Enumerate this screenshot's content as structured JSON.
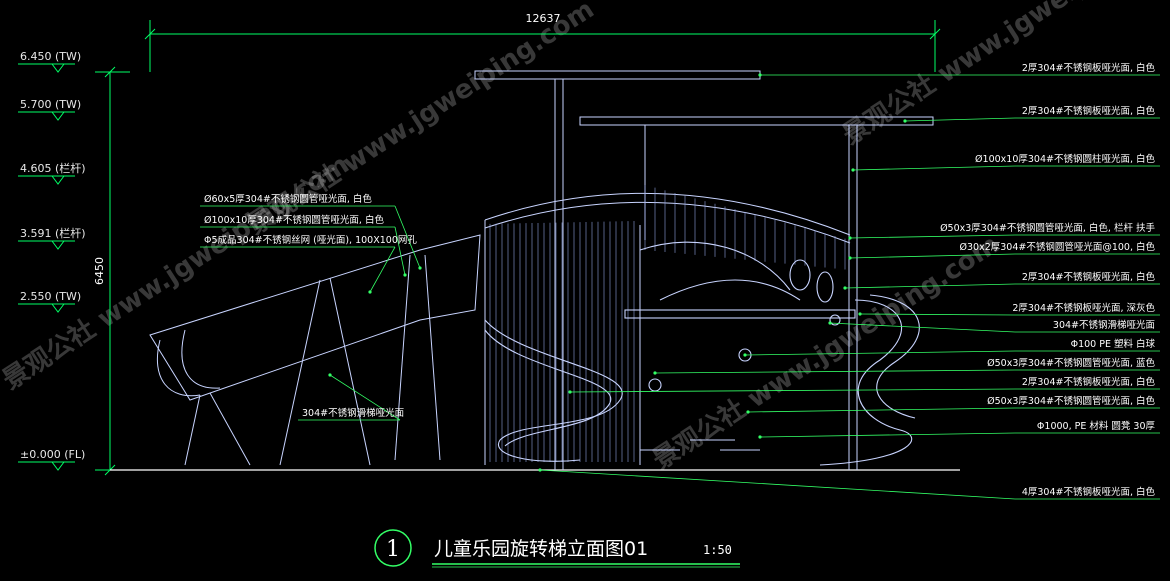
{
  "dimension": "12637",
  "height_dimension": "6450",
  "levels": [
    "6.450 (TW)",
    "5.700 (TW)",
    "4.605 (栏杆)",
    "3.591 (栏杆)",
    "2.550 (TW)",
    "±0.000 (FL)"
  ],
  "notes_right": [
    "2厚304#不锈钢板哑光面, 白色",
    "2厚304#不锈钢板哑光面, 白色",
    "Ø100x10厚304#不锈钢圆柱哑光面, 白色",
    "Ø50x3厚304#不锈钢圆管哑光面, 白色, 栏杆 扶手",
    "Ø30x2厚304#不锈钢圆管哑光面@100, 白色",
    "2厚304#不锈钢板哑光面, 白色",
    "2厚304#不锈钢板哑光面, 深灰色",
    "304#不锈钢滑梯哑光面",
    "Φ100 PE 塑料 白球",
    "Ø50x3厚304#不锈钢圆管哑光面, 蓝色",
    "2厚304#不锈钢板哑光面, 白色",
    "Ø50x3厚304#不锈钢圆管哑光面, 白色",
    "Φ1000, PE 材料 圆凳 30厚",
    "4厚304#不锈钢板哑光面, 白色"
  ],
  "notes_left": [
    "Ø60x5厚304#不锈钢圆管哑光面, 白色",
    "Ø100x10厚304#不锈钢圆管哑光面, 白色",
    "Φ5成品304#不锈钢丝网 (哑光面), 100X100网孔",
    "304#不锈钢滑梯哑光面"
  ],
  "title": {
    "number": "1",
    "text": "儿童乐园旋转梯立面图01",
    "scale": "1:50"
  },
  "watermark": "景观公社 www.jgweiping.com",
  "colors": {
    "background": "#000000",
    "dimension_line": "#00ff66",
    "structure": "#c8d4ff",
    "leader": "#33ff66",
    "title_circle": "#33ff66"
  }
}
